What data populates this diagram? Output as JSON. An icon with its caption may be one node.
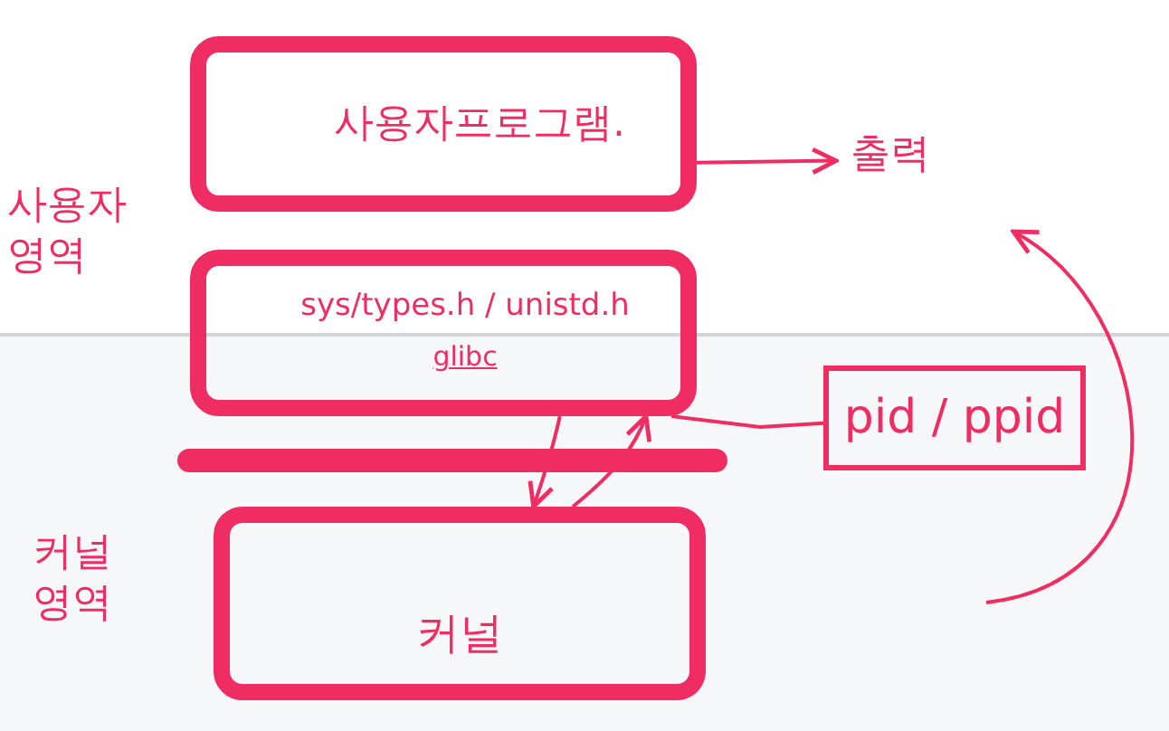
{
  "diagram": {
    "nodes": [
      {
        "text": [
          "사용자프로그램."
        ]
      },
      {
        "text": [
          "출력"
        ]
      },
      {
        "text": [
          "sys/types.h / unistd.h",
          "glibc"
        ]
      },
      {
        "text": [
          "pid / ppid"
        ]
      },
      {
        "text": [
          "커널"
        ]
      }
    ],
    "edges": [
      {
        "from": 0,
        "to": 1,
        "arrow": "to"
      },
      {
        "from": 3,
        "to": 2,
        "arrow": "none"
      },
      {
        "from": 4,
        "to": 2,
        "arrow": "to"
      },
      {
        "from": 2,
        "to": 4,
        "arrow": "to"
      },
      {
        "from": null,
        "to": 1,
        "arrow": "to"
      }
    ],
    "labels": [
      "사용자 영역",
      "커널 영역"
    ]
  }
}
